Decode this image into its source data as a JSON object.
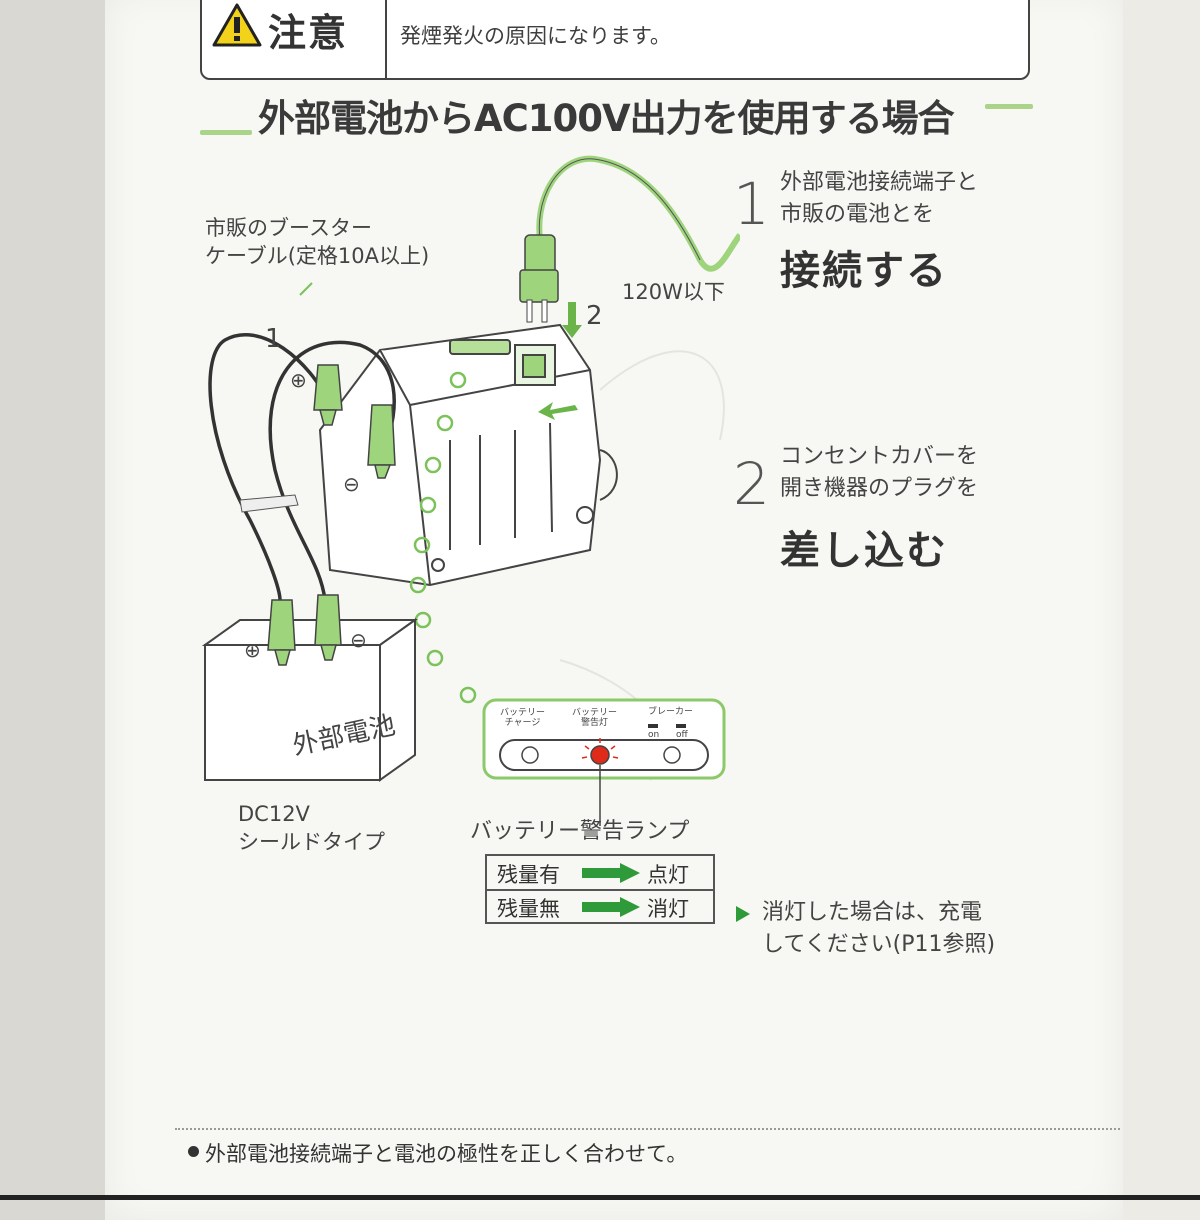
{
  "caution": {
    "heading": "注意",
    "text": "発煙発火の原因になります。"
  },
  "section": {
    "title": "外部電池からAC100V出力を使用する場合"
  },
  "steps": [
    {
      "number": "1",
      "line1": "外部電池接続端子と",
      "line2": "市販の電池とを",
      "action": "接続する"
    },
    {
      "number": "2",
      "line1": "コンセントカバーを",
      "line2": "開き機器のプラグを",
      "action": "差し込む"
    }
  ],
  "labels": {
    "cable": "市販のブースター\nケーブル(定格10A以上)",
    "cable_step": "1",
    "plug_step": "2",
    "wattage": "120W以下",
    "battery": "外部電池",
    "battery_type": "DC12V\nシールドタイプ",
    "plus": "⊕",
    "minus": "⊖"
  },
  "panel": {
    "battery_charge": "バッテリー\nチャージ",
    "battery_warning": "バッテリー\n警告灯",
    "breaker": "ブレーカー",
    "on": "on",
    "off": "off"
  },
  "lamp": {
    "title": "バッテリー警告ランプ",
    "rows": [
      {
        "state": "残量有",
        "result": "点灯"
      },
      {
        "state": "残量無",
        "result": "消灯"
      }
    ],
    "hint": "消灯した場合は、充電\nしてください(P11参照)"
  },
  "footer_note": "外部電池接続端子と電池の極性を正しく合わせて。",
  "colors": {
    "accent_green": "#8cc96a",
    "lamp_red": "#e02a1a",
    "title_rule": "#a9d48a"
  }
}
